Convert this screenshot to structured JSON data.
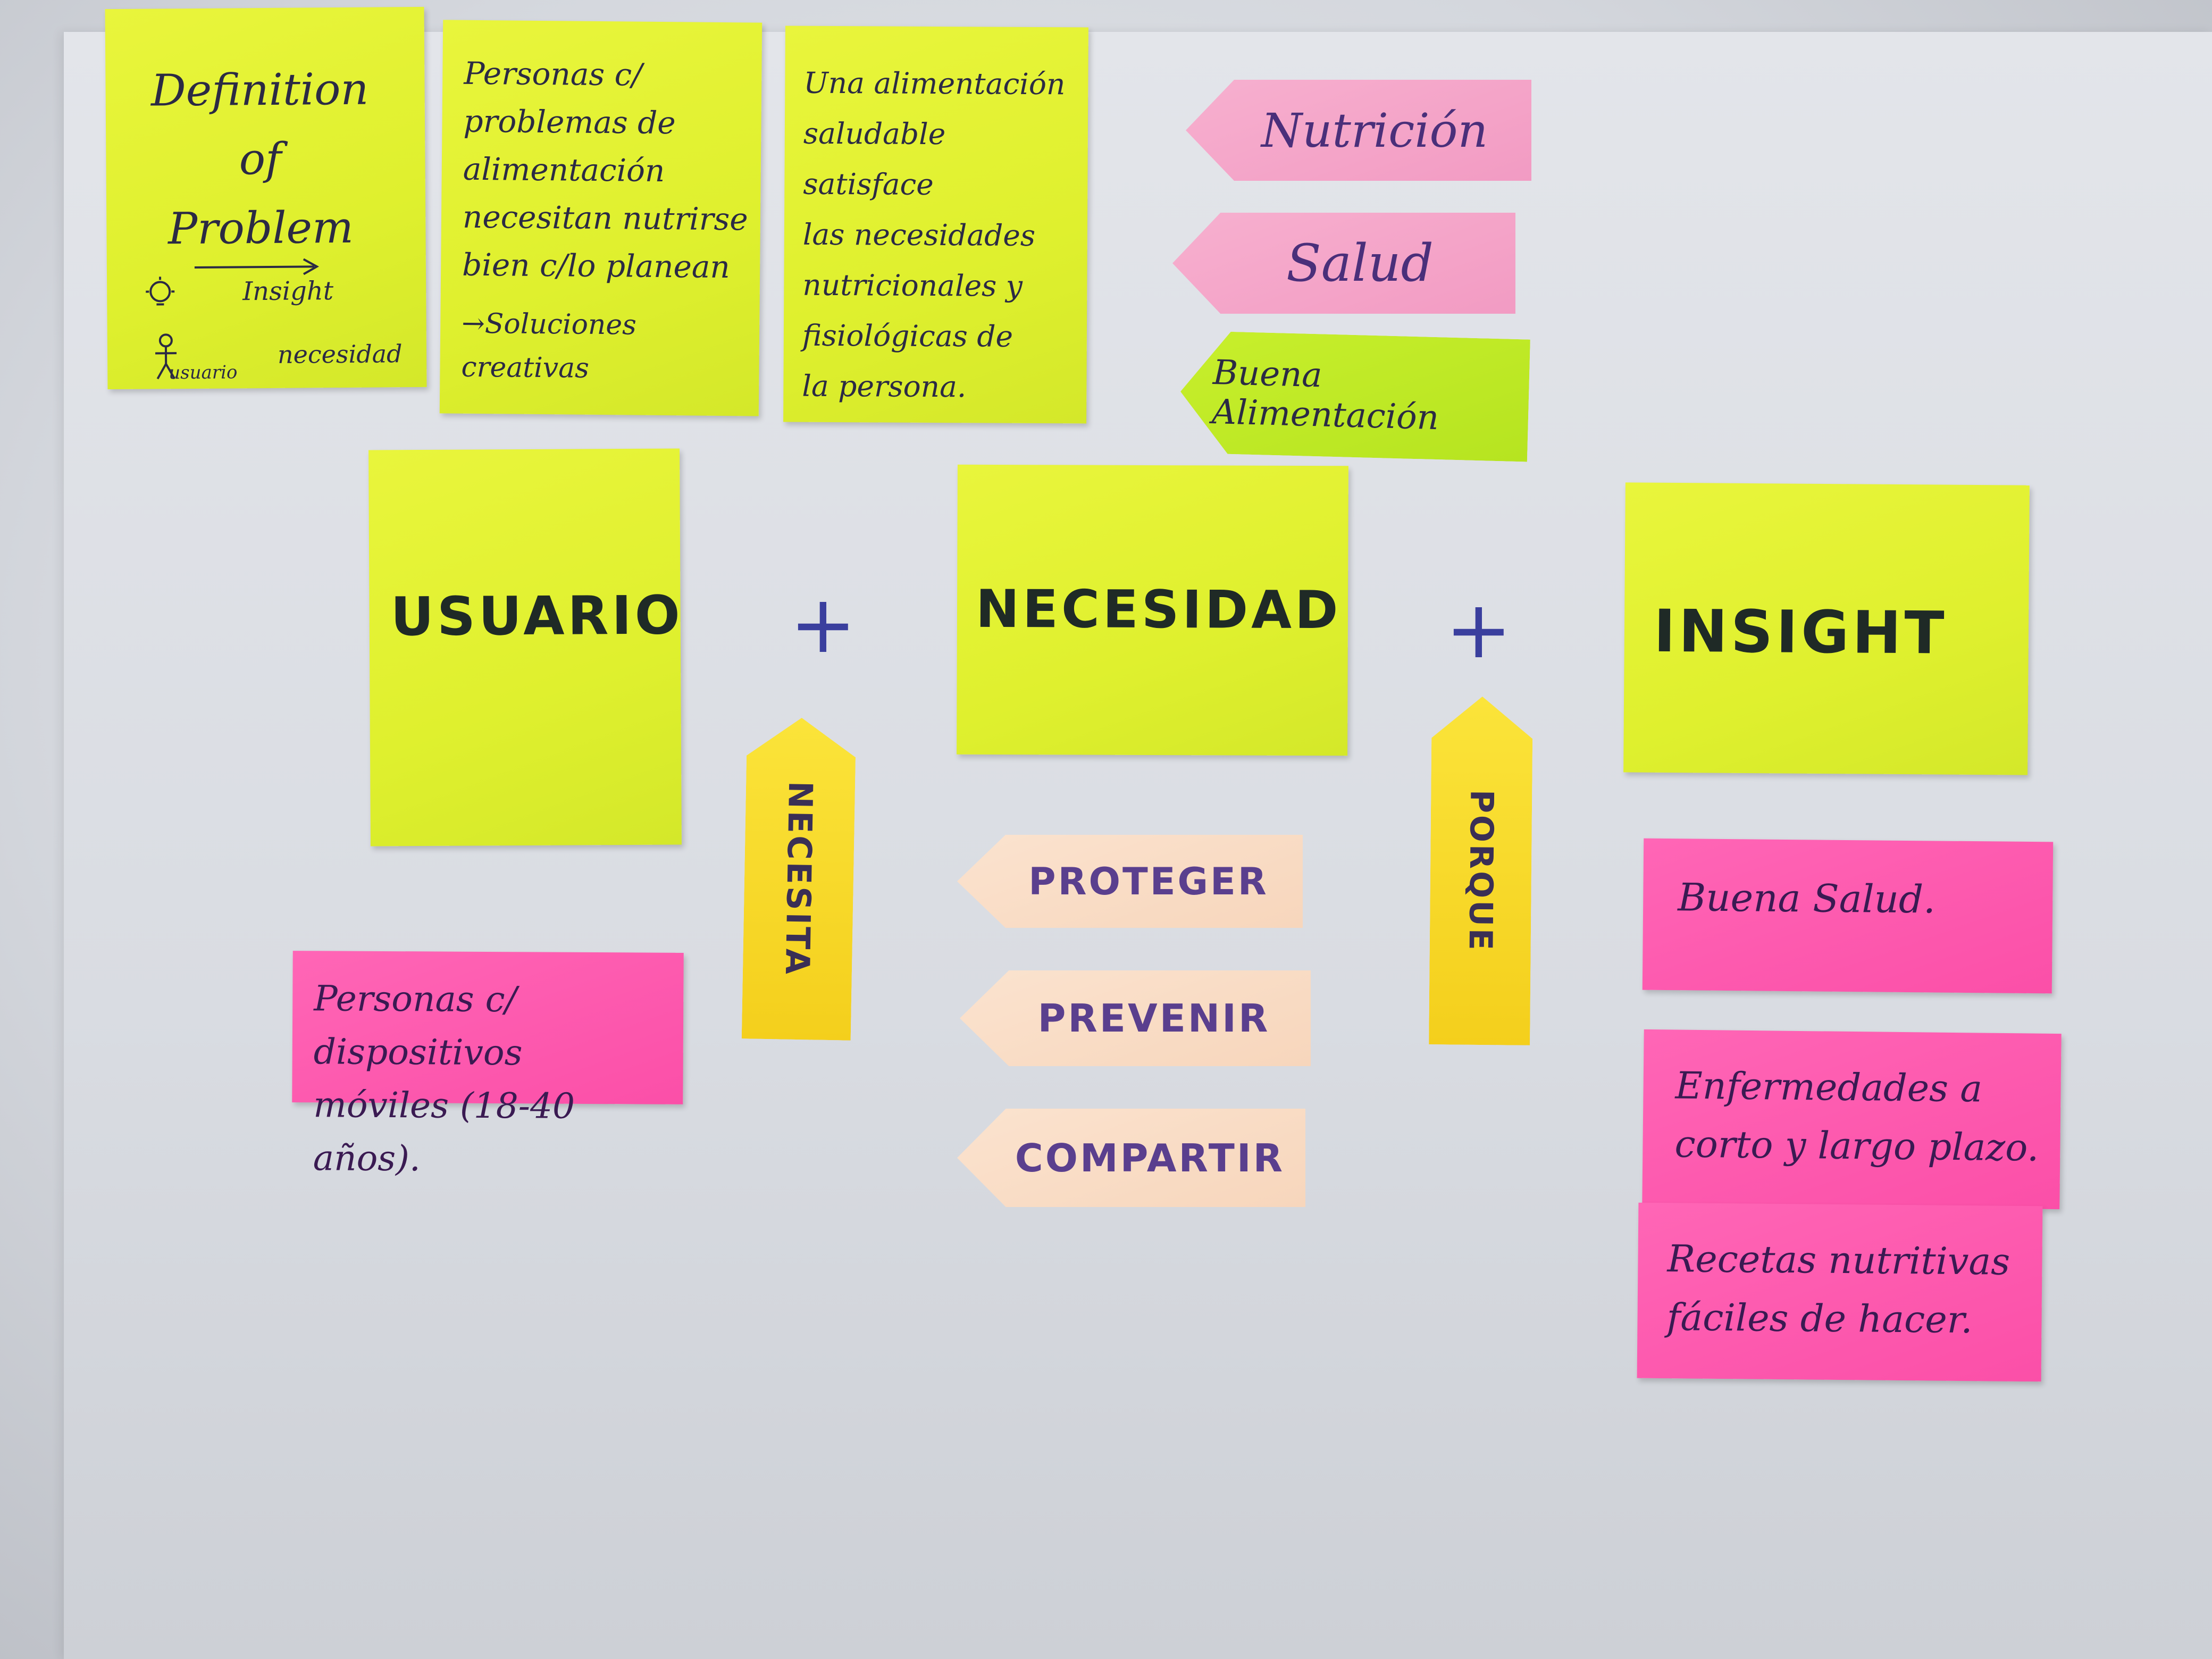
{
  "board": {
    "note_definition": {
      "lines": "Definition\nof\nProblem",
      "insight_text": "Insight",
      "need_text": "necesidad",
      "user_text": "usuario"
    },
    "note_problem": {
      "text": "Personas c/\nproblemas de\nalimentación\nnecesitan nutrirse\nbien c/lo planean",
      "sub": "→Soluciones\ncreativas"
    },
    "note_statement": {
      "text": "Una alimentación\nsaludable satisface\nlas necesidades\nnutricionales y\nfisiológicas de\nla persona."
    },
    "flags_top": [
      "Nutrición",
      "Salud",
      "Buena Alimentación"
    ],
    "usuario": {
      "title": "USUARIO"
    },
    "necesidad": {
      "title": "NECESIDAD"
    },
    "insight": {
      "title": "INSIGHT"
    },
    "plus_signs": [
      "+",
      "+"
    ],
    "connector_needs": "NECESITA",
    "connector_because": "PORQUE",
    "user_description": "Personas c/ dispositivos\nmóviles (18-40 años).",
    "need_flags": [
      "PROTEGER",
      "PREVENIR",
      "COMPARTIR"
    ],
    "insight_notes": [
      "Buena Salud.",
      "Enfermedades a\ncorto y largo plazo.",
      "Recetas nutritivas\nfáciles de hacer."
    ],
    "colors": {
      "yellow_note": "#e2f232",
      "pink_note": "#fb4fa8",
      "pink_flag": "#f29bc3",
      "green_flag": "#b6e420",
      "peach_flag": "#f7d6bc",
      "amber_flag": "#f4cf1c",
      "ink": "#2b2a44",
      "purple_ink": "#5a3f8e"
    }
  }
}
